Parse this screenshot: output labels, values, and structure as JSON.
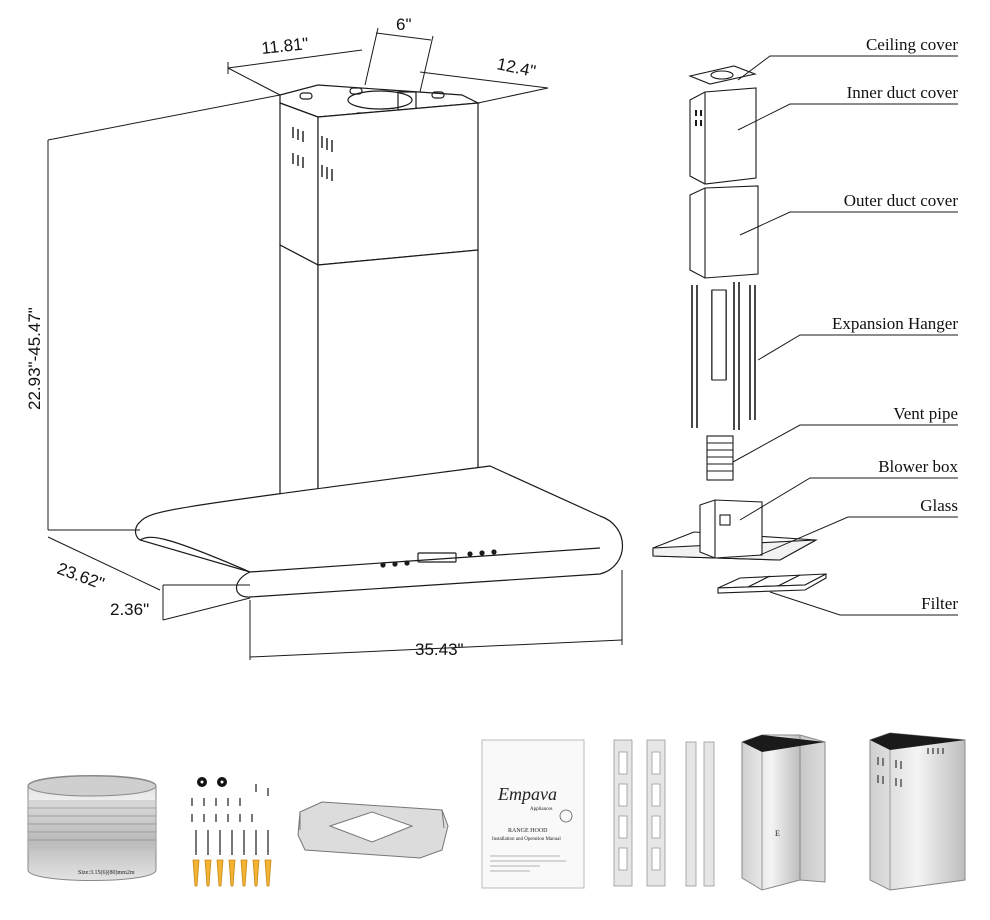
{
  "dimensions": {
    "duct_opening": "6\"",
    "top_width": "11.81\"",
    "top_depth": "12.4\"",
    "height_range": "22.93\"-45.47\"",
    "canopy_depth": "23.62\"",
    "canopy_thickness": "2.36\"",
    "canopy_width": "35.43\""
  },
  "parts": [
    {
      "id": "ceiling-cover",
      "label": "Ceiling cover"
    },
    {
      "id": "inner-duct-cover",
      "label": "Inner duct cover"
    },
    {
      "id": "outer-duct-cover",
      "label": "Outer duct cover"
    },
    {
      "id": "expansion-hanger",
      "label": "Expansion Hanger"
    },
    {
      "id": "vent-pipe",
      "label": "Vent pipe"
    },
    {
      "id": "blower-box",
      "label": "Blower box"
    },
    {
      "id": "glass",
      "label": "Glass"
    },
    {
      "id": "filter",
      "label": "Filter"
    }
  ],
  "accessories": {
    "vent_pipe_tag": "Size:3.15(6)(80)mm2m",
    "manual": {
      "brand": "Empava",
      "brand_sub": "Appliances",
      "title": "RANGE HOOD",
      "subtitle": "Installation and Operation Manual"
    },
    "chimney_logo": "E"
  },
  "colors": {
    "line": "#1a1a1a",
    "steel_light": "#e8e8e8",
    "steel_dark": "#9a9a9a",
    "screw_orange": "#f2b233"
  }
}
